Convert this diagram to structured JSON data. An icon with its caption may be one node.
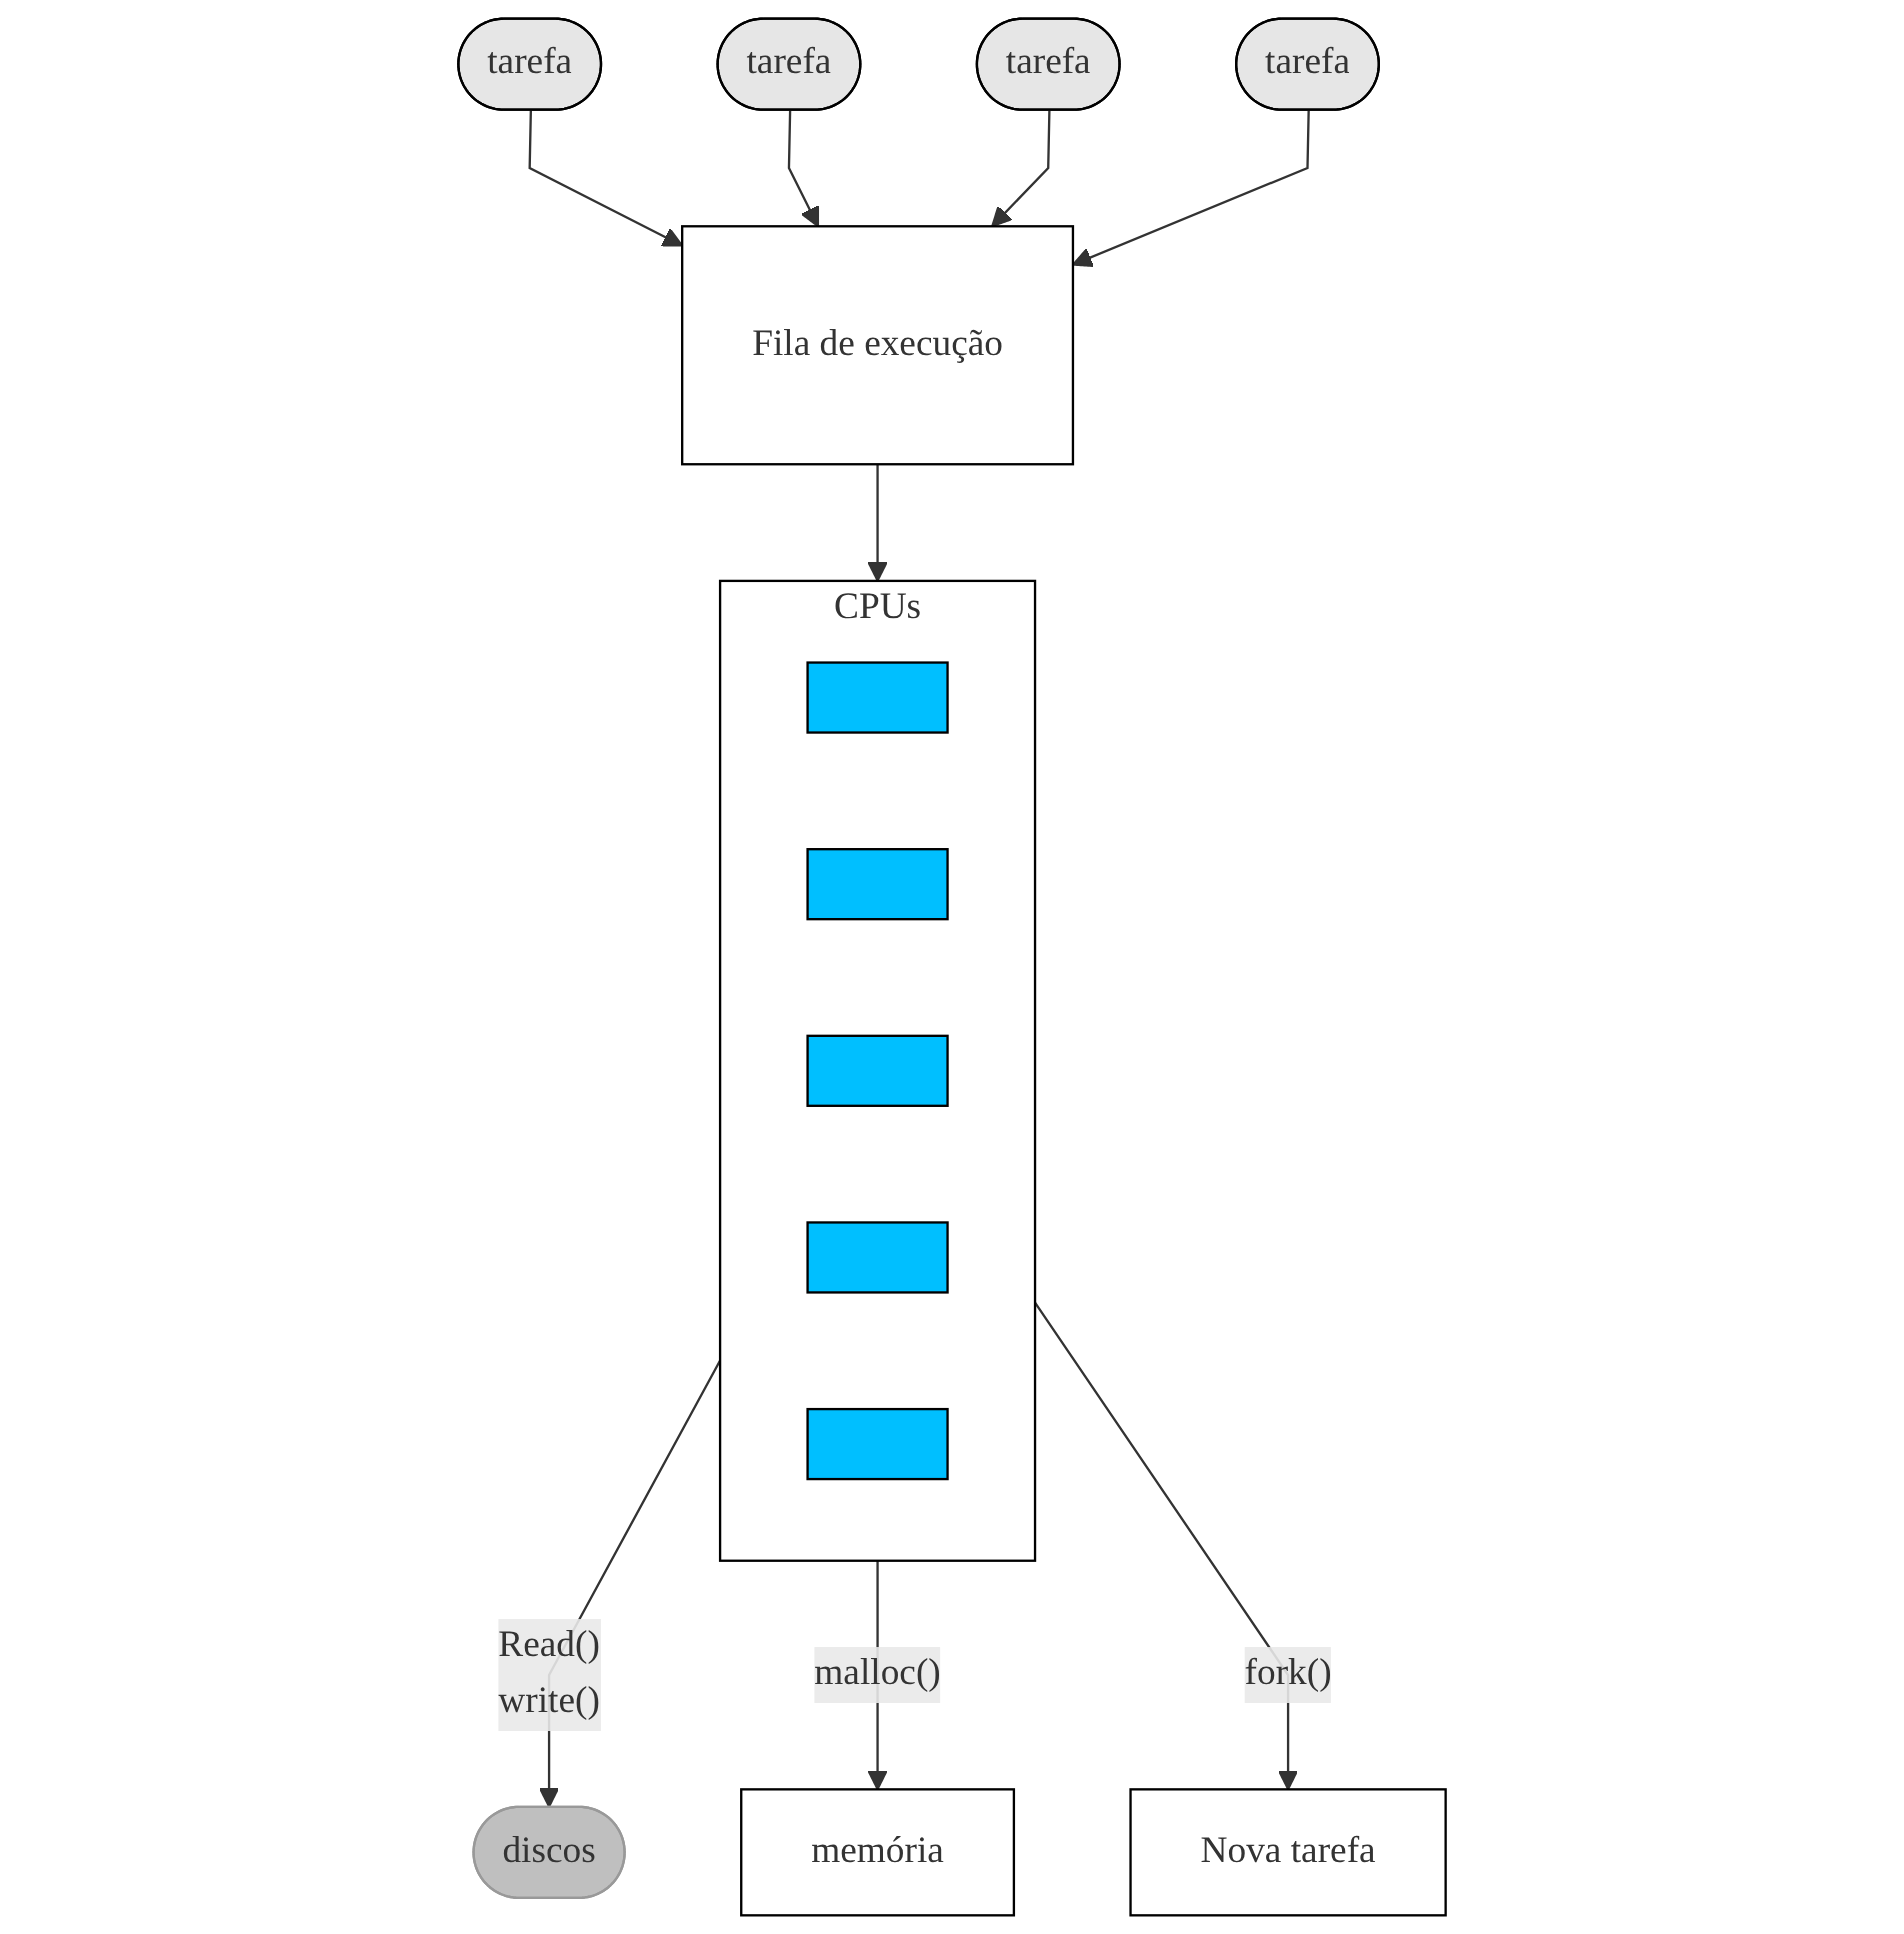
{
  "diagram": {
    "nodes": [
      {
        "text": [
          "Fila de execução"
        ]
      },
      {
        "text": [
          "tarefa"
        ]
      },
      {
        "text": [
          "tarefa"
        ]
      },
      {
        "text": [
          "tarefa"
        ]
      },
      {
        "text": [
          "tarefa"
        ]
      },
      {
        "text": [
          "CPUs"
        ]
      },
      {
        "text": [],
        "shape": "bar",
        "in": 5
      },
      {
        "text": [],
        "shape": "bar",
        "in": 5
      },
      {
        "text": [],
        "shape": "bar",
        "in": 5
      },
      {
        "text": [],
        "shape": "bar",
        "in": 5
      },
      {
        "text": [],
        "shape": "bar",
        "in": 5
      },
      {
        "text": [
          "discos"
        ]
      },
      {
        "text": [
          "memória"
        ]
      },
      {
        "text": [
          "Nova tarefa"
        ]
      }
    ],
    "edges": [
      {
        "from": 1,
        "to": 0,
        "arrow": "to"
      },
      {
        "from": 2,
        "to": 0,
        "arrow": "to"
      },
      {
        "from": 3,
        "to": 0,
        "arrow": "to"
      },
      {
        "from": 4,
        "to": 0,
        "arrow": "to"
      },
      {
        "from": 0,
        "to": 5,
        "arrow": "to"
      },
      {
        "from": 5,
        "to": 11,
        "label": "Read() write()",
        "arrow": "to"
      },
      {
        "from": 5,
        "to": 12,
        "label": "malloc()",
        "arrow": "to"
      },
      {
        "from": 5,
        "to": 13,
        "label": "fork()",
        "arrow": "to"
      }
    ]
  }
}
